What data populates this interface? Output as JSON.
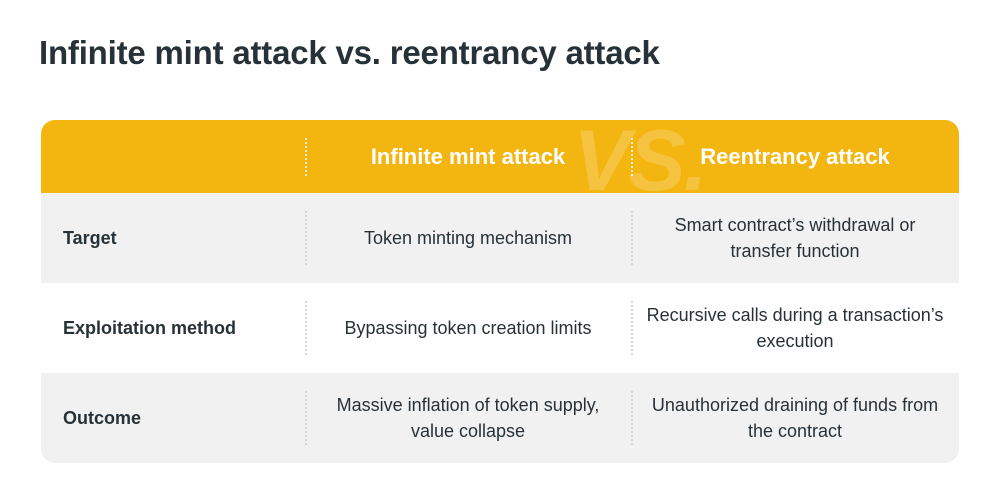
{
  "title": "Infinite mint attack vs. reentrancy attack",
  "watermark": "VS.",
  "columns": [
    "Infinite mint attack",
    "Reentrancy attack"
  ],
  "rows": [
    {
      "label": "Target",
      "infinite_mint": "Token minting mechanism",
      "reentrancy": "Smart contract’s withdrawal or transfer function"
    },
    {
      "label": "Exploitation method",
      "infinite_mint": "Bypassing token creation limits",
      "reentrancy": "Recursive calls during a transaction’s execution"
    },
    {
      "label": "Outcome",
      "infinite_mint": "Massive inflation of token supply, value collapse",
      "reentrancy": "Unauthorized draining of funds from the contract"
    }
  ],
  "colors": {
    "header": "#f3b50f",
    "row_alt": "#f1f1f1",
    "text": "#263238"
  }
}
